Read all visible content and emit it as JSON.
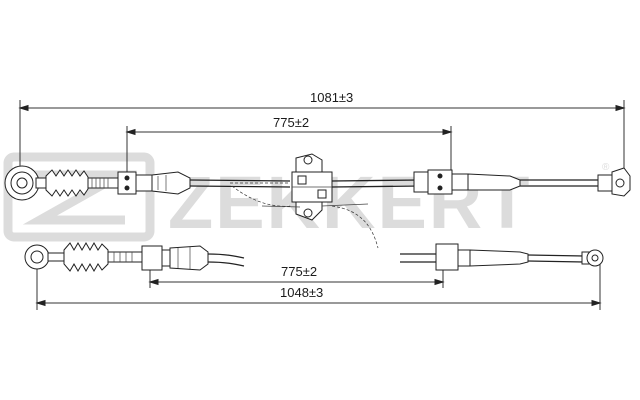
{
  "watermark": {
    "brand": "ZEKKERT",
    "registered_mark": "®"
  },
  "dimensions": {
    "top_overall": "1081±3",
    "top_inner": "775±2",
    "bottom_inner": "775±2",
    "bottom_overall": "1048±3"
  },
  "colors": {
    "line": "#222222",
    "watermark": "#dcdcdc",
    "background": "#ffffff"
  }
}
